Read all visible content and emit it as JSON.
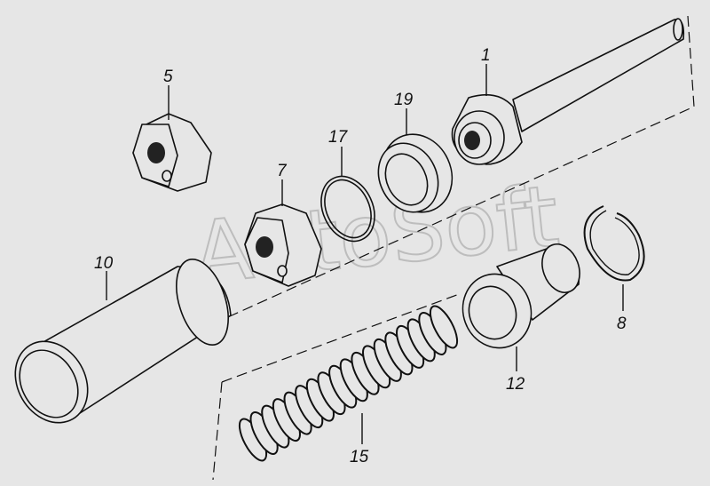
{
  "diagram": {
    "watermark": "AutoSoft",
    "labels": [
      {
        "key": "1",
        "text": "1"
      },
      {
        "key": "5",
        "text": "5"
      },
      {
        "key": "7",
        "text": "7"
      },
      {
        "key": "8",
        "text": "8"
      },
      {
        "key": "10",
        "text": "10"
      },
      {
        "key": "12",
        "text": "12"
      },
      {
        "key": "15",
        "text": "15"
      },
      {
        "key": "17",
        "text": "17"
      },
      {
        "key": "19",
        "text": "19"
      }
    ]
  },
  "colors": {
    "background": "#e6e6e6",
    "ink": "#111111",
    "watermark": "#bdbdbd"
  }
}
